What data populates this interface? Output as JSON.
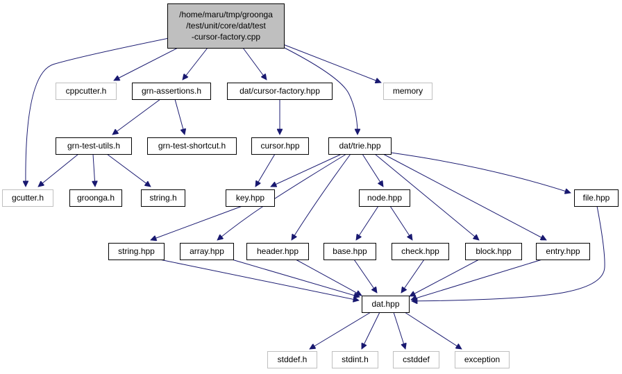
{
  "colors": {
    "edge": "#191970",
    "root_fill": "#bfbfbf",
    "node_border": "#000000",
    "external_border": "#bfbfbf",
    "background": "#ffffff"
  },
  "nodes": [
    {
      "id": "root",
      "lines": [
        "/home/maru/tmp/groonga",
        "/test/unit/core/dat/test",
        "-cursor-factory.cpp"
      ],
      "kind": "root"
    },
    {
      "id": "cppcutter-h",
      "lines": [
        "cppcutter.h"
      ],
      "kind": "external"
    },
    {
      "id": "grn-assertions-h",
      "lines": [
        "grn-assertions.h"
      ],
      "kind": "internal"
    },
    {
      "id": "dat-cursor-factory-hpp",
      "lines": [
        "dat/cursor-factory.hpp"
      ],
      "kind": "internal"
    },
    {
      "id": "memory",
      "lines": [
        "memory"
      ],
      "kind": "external"
    },
    {
      "id": "grn-test-utils-h",
      "lines": [
        "grn-test-utils.h"
      ],
      "kind": "internal"
    },
    {
      "id": "grn-test-shortcut-h",
      "lines": [
        "grn-test-shortcut.h"
      ],
      "kind": "internal"
    },
    {
      "id": "cursor-hpp",
      "lines": [
        "cursor.hpp"
      ],
      "kind": "internal"
    },
    {
      "id": "dat-trie-hpp",
      "lines": [
        "dat/trie.hpp"
      ],
      "kind": "internal"
    },
    {
      "id": "gcutter-h",
      "lines": [
        "gcutter.h"
      ],
      "kind": "external"
    },
    {
      "id": "groonga-h",
      "lines": [
        "groonga.h"
      ],
      "kind": "internal"
    },
    {
      "id": "string-h",
      "lines": [
        "string.h"
      ],
      "kind": "internal"
    },
    {
      "id": "key-hpp",
      "lines": [
        "key.hpp"
      ],
      "kind": "internal"
    },
    {
      "id": "node-hpp",
      "lines": [
        "node.hpp"
      ],
      "kind": "internal"
    },
    {
      "id": "file-hpp",
      "lines": [
        "file.hpp"
      ],
      "kind": "internal"
    },
    {
      "id": "string-hpp",
      "lines": [
        "string.hpp"
      ],
      "kind": "internal"
    },
    {
      "id": "array-hpp",
      "lines": [
        "array.hpp"
      ],
      "kind": "internal"
    },
    {
      "id": "header-hpp",
      "lines": [
        "header.hpp"
      ],
      "kind": "internal"
    },
    {
      "id": "base-hpp",
      "lines": [
        "base.hpp"
      ],
      "kind": "internal"
    },
    {
      "id": "check-hpp",
      "lines": [
        "check.hpp"
      ],
      "kind": "internal"
    },
    {
      "id": "block-hpp",
      "lines": [
        "block.hpp"
      ],
      "kind": "internal"
    },
    {
      "id": "entry-hpp",
      "lines": [
        "entry.hpp"
      ],
      "kind": "internal"
    },
    {
      "id": "dat-hpp",
      "lines": [
        "dat.hpp"
      ],
      "kind": "internal"
    },
    {
      "id": "stddef-h",
      "lines": [
        "stddef.h"
      ],
      "kind": "external"
    },
    {
      "id": "stdint-h",
      "lines": [
        "stdint.h"
      ],
      "kind": "external"
    },
    {
      "id": "cstddef",
      "lines": [
        "cstddef"
      ],
      "kind": "external"
    },
    {
      "id": "exception",
      "lines": [
        "exception"
      ],
      "kind": "external"
    }
  ],
  "edges": [
    {
      "from": "root",
      "to": "gcutter-h"
    },
    {
      "from": "root",
      "to": "cppcutter-h"
    },
    {
      "from": "root",
      "to": "grn-assertions-h"
    },
    {
      "from": "root",
      "to": "dat-cursor-factory-hpp"
    },
    {
      "from": "root",
      "to": "memory"
    },
    {
      "from": "root",
      "to": "dat-trie-hpp"
    },
    {
      "from": "grn-assertions-h",
      "to": "grn-test-utils-h"
    },
    {
      "from": "grn-assertions-h",
      "to": "grn-test-shortcut-h"
    },
    {
      "from": "grn-test-utils-h",
      "to": "gcutter-h"
    },
    {
      "from": "grn-test-utils-h",
      "to": "groonga-h"
    },
    {
      "from": "grn-test-utils-h",
      "to": "string-h"
    },
    {
      "from": "dat-cursor-factory-hpp",
      "to": "cursor-hpp"
    },
    {
      "from": "cursor-hpp",
      "to": "key-hpp"
    },
    {
      "from": "dat-trie-hpp",
      "to": "key-hpp"
    },
    {
      "from": "dat-trie-hpp",
      "to": "array-hpp"
    },
    {
      "from": "dat-trie-hpp",
      "to": "header-hpp"
    },
    {
      "from": "dat-trie-hpp",
      "to": "node-hpp"
    },
    {
      "from": "dat-trie-hpp",
      "to": "block-hpp"
    },
    {
      "from": "dat-trie-hpp",
      "to": "entry-hpp"
    },
    {
      "from": "dat-trie-hpp",
      "to": "file-hpp"
    },
    {
      "from": "key-hpp",
      "to": "string-hpp"
    },
    {
      "from": "node-hpp",
      "to": "base-hpp"
    },
    {
      "from": "node-hpp",
      "to": "check-hpp"
    },
    {
      "from": "file-hpp",
      "to": "dat-hpp"
    },
    {
      "from": "string-hpp",
      "to": "dat-hpp"
    },
    {
      "from": "array-hpp",
      "to": "dat-hpp"
    },
    {
      "from": "header-hpp",
      "to": "dat-hpp"
    },
    {
      "from": "base-hpp",
      "to": "dat-hpp"
    },
    {
      "from": "check-hpp",
      "to": "dat-hpp"
    },
    {
      "from": "block-hpp",
      "to": "dat-hpp"
    },
    {
      "from": "entry-hpp",
      "to": "dat-hpp"
    },
    {
      "from": "dat-hpp",
      "to": "stddef-h"
    },
    {
      "from": "dat-hpp",
      "to": "stdint-h"
    },
    {
      "from": "dat-hpp",
      "to": "cstddef"
    },
    {
      "from": "dat-hpp",
      "to": "exception"
    }
  ]
}
